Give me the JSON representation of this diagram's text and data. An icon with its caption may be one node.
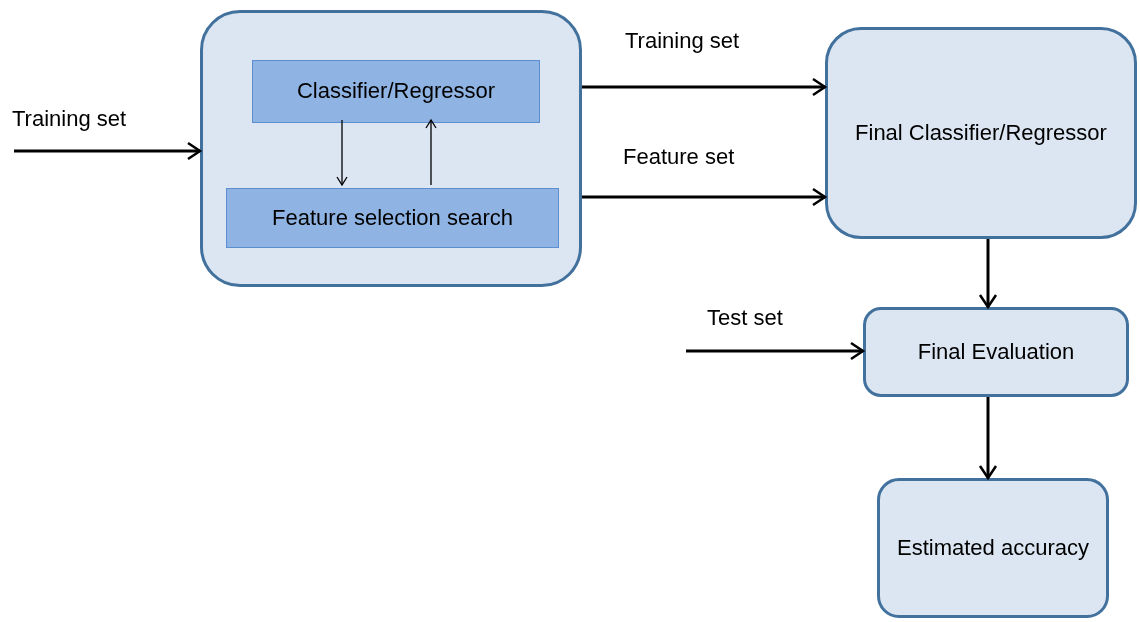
{
  "diagram": {
    "nodes": [
      {
        "text": [],
        "shape": "box"
      },
      {
        "text": [
          "Classifier/Regressor"
        ],
        "in": 0
      },
      {
        "text": [
          "Feature selection search"
        ],
        "in": 0
      },
      {
        "text": [
          "Final Classifier/Regressor"
        ]
      },
      {
        "text": [
          "Final Evaluation"
        ]
      },
      {
        "text": [
          "Estimated accuracy"
        ]
      }
    ],
    "edges": [
      {
        "from": null,
        "to": 0,
        "arrow": "to",
        "label": "Training set"
      },
      {
        "from": 0,
        "to": 3,
        "arrow": "to",
        "label": "Training set"
      },
      {
        "from": 0,
        "to": 3,
        "arrow": "to",
        "label": "Feature set"
      },
      {
        "from": 1,
        "to": 2,
        "arrow": "to"
      },
      {
        "from": 2,
        "to": 1,
        "arrow": "to"
      },
      {
        "from": 3,
        "to": 4,
        "arrow": "to"
      },
      {
        "from": null,
        "to": 4,
        "arrow": "to",
        "label": "Test set"
      },
      {
        "from": 4,
        "to": 5,
        "arrow": "to"
      }
    ]
  }
}
